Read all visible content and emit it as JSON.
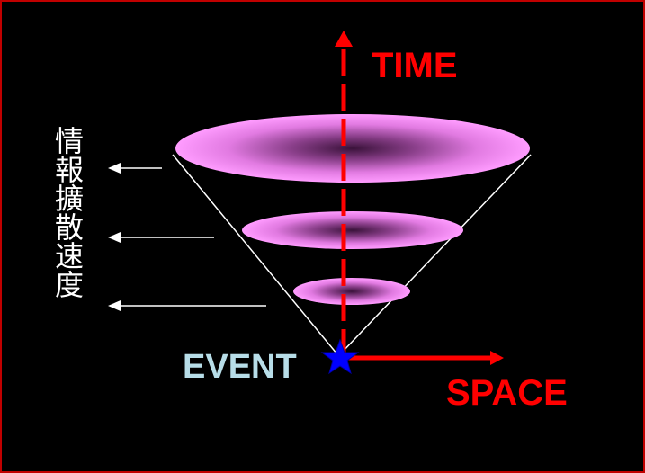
{
  "axes": {
    "time_label": "TIME",
    "space_label": "SPACE"
  },
  "event_label": "EVENT",
  "vertical_caption": "情報擴散速度",
  "colors": {
    "background": "#000000",
    "frame": "#c00000",
    "axis": "#ff0000",
    "time_text": "#ff0000",
    "space_text": "#ff0000",
    "event_text": "#b7dde8",
    "disk_light": "#ff99ff",
    "disk_dark": "#2a0f2a",
    "cone_lines": "#ffffff",
    "arrows": "#ffffff",
    "star": "#0000ff"
  }
}
